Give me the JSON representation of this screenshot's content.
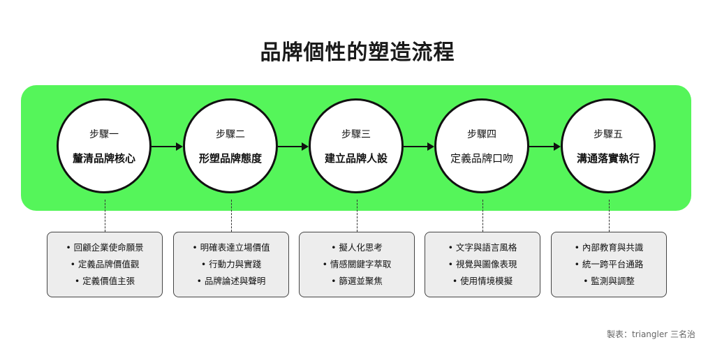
{
  "title": "品牌個性的塑造流程",
  "colors": {
    "band": "#55f55a",
    "circle_border": "#111111",
    "box_fill": "#ededed"
  },
  "steps": [
    {
      "label": "步驟一",
      "name": "釐清品牌核心",
      "bold": true,
      "items": [
        "• 回顧企業使命願景",
        "• 定義品牌價值觀",
        "• 定義價值主張"
      ]
    },
    {
      "label": "步驟二",
      "name": "形塑品牌態度",
      "bold": true,
      "items": [
        "• 明確表達立場價值",
        "• 行動力與實踐",
        "• 品牌論述與聲明"
      ]
    },
    {
      "label": "步驟三",
      "name": "建立品牌人設",
      "bold": true,
      "items": [
        "• 擬人化思考",
        "• 情感關鍵字萃取",
        "• 篩選並聚焦"
      ]
    },
    {
      "label": "步驟四",
      "name": "定義品牌口吻",
      "bold": false,
      "items": [
        "• 文字與語言風格",
        "• 視覺與圖像表現",
        "• 使用情境模擬"
      ]
    },
    {
      "label": "步驟五",
      "name": "溝通落實執行",
      "bold": true,
      "items": [
        "• 內部教育與共識",
        "• 統一跨平台通路",
        "• 監測與調整"
      ]
    }
  ],
  "source": "製表：triangler 三名治"
}
